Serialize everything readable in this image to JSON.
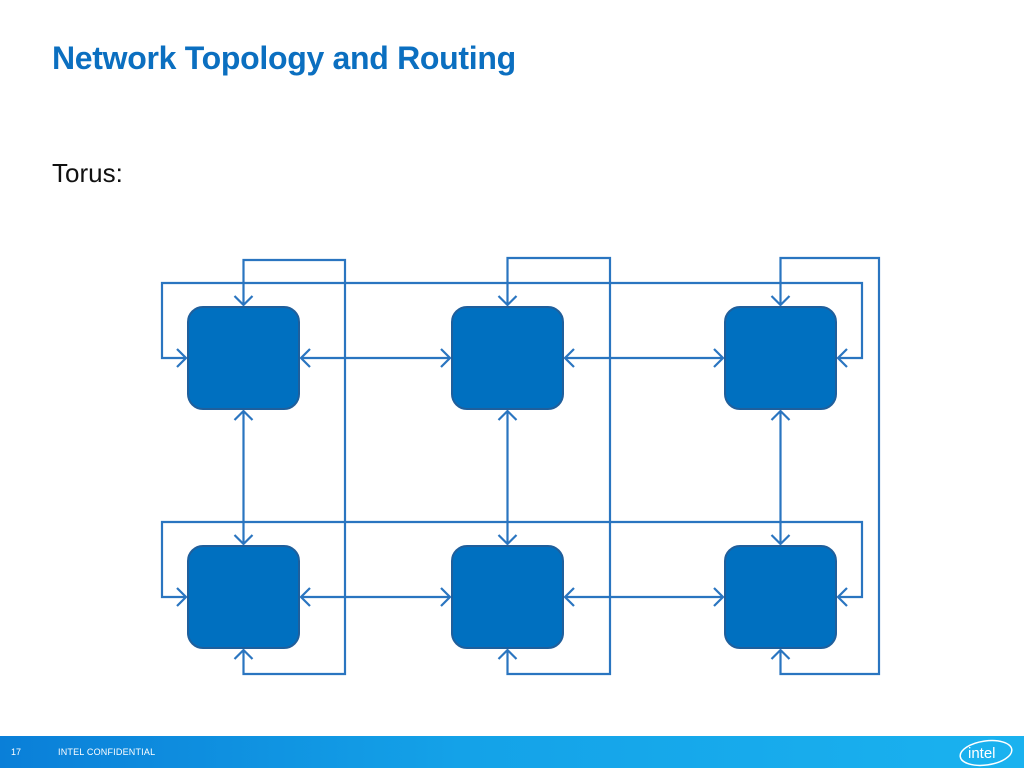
{
  "slide": {
    "title": "Network Topology and Routing",
    "subtitle": "Torus:",
    "page_number": "17",
    "confidential_label": "INTEL CONFIDENTIAL",
    "logo_text": "intel"
  },
  "colors": {
    "title": "#0b6fc0",
    "node_fill": "#0070c0",
    "node_stroke": "#1f5f9c",
    "link": "#2a75c0",
    "footer": "#14a2e8"
  },
  "diagram": {
    "topology": "2D torus",
    "rows": 2,
    "columns": 3,
    "nodes": [
      "r0c0",
      "r0c1",
      "r0c2",
      "r1c0",
      "r1c1",
      "r1c2"
    ],
    "links": [
      {
        "from": "r0c0",
        "to": "r0c1",
        "kind": "bidirectional"
      },
      {
        "from": "r0c1",
        "to": "r0c2",
        "kind": "bidirectional"
      },
      {
        "from": "r1c0",
        "to": "r1c1",
        "kind": "bidirectional"
      },
      {
        "from": "r1c1",
        "to": "r1c2",
        "kind": "bidirectional"
      },
      {
        "from": "r0c0",
        "to": "r1c0",
        "kind": "bidirectional"
      },
      {
        "from": "r0c1",
        "to": "r1c1",
        "kind": "bidirectional"
      },
      {
        "from": "r0c2",
        "to": "r1c2",
        "kind": "bidirectional"
      },
      {
        "from": "r0c0",
        "to": "r0c2",
        "kind": "wraparound"
      },
      {
        "from": "r1c0",
        "to": "r1c2",
        "kind": "wraparound"
      },
      {
        "from": "r0c0",
        "to": "r1c0",
        "kind": "wraparound"
      },
      {
        "from": "r0c1",
        "to": "r1c1",
        "kind": "wraparound"
      },
      {
        "from": "r0c2",
        "to": "r1c2",
        "kind": "wraparound"
      }
    ]
  }
}
